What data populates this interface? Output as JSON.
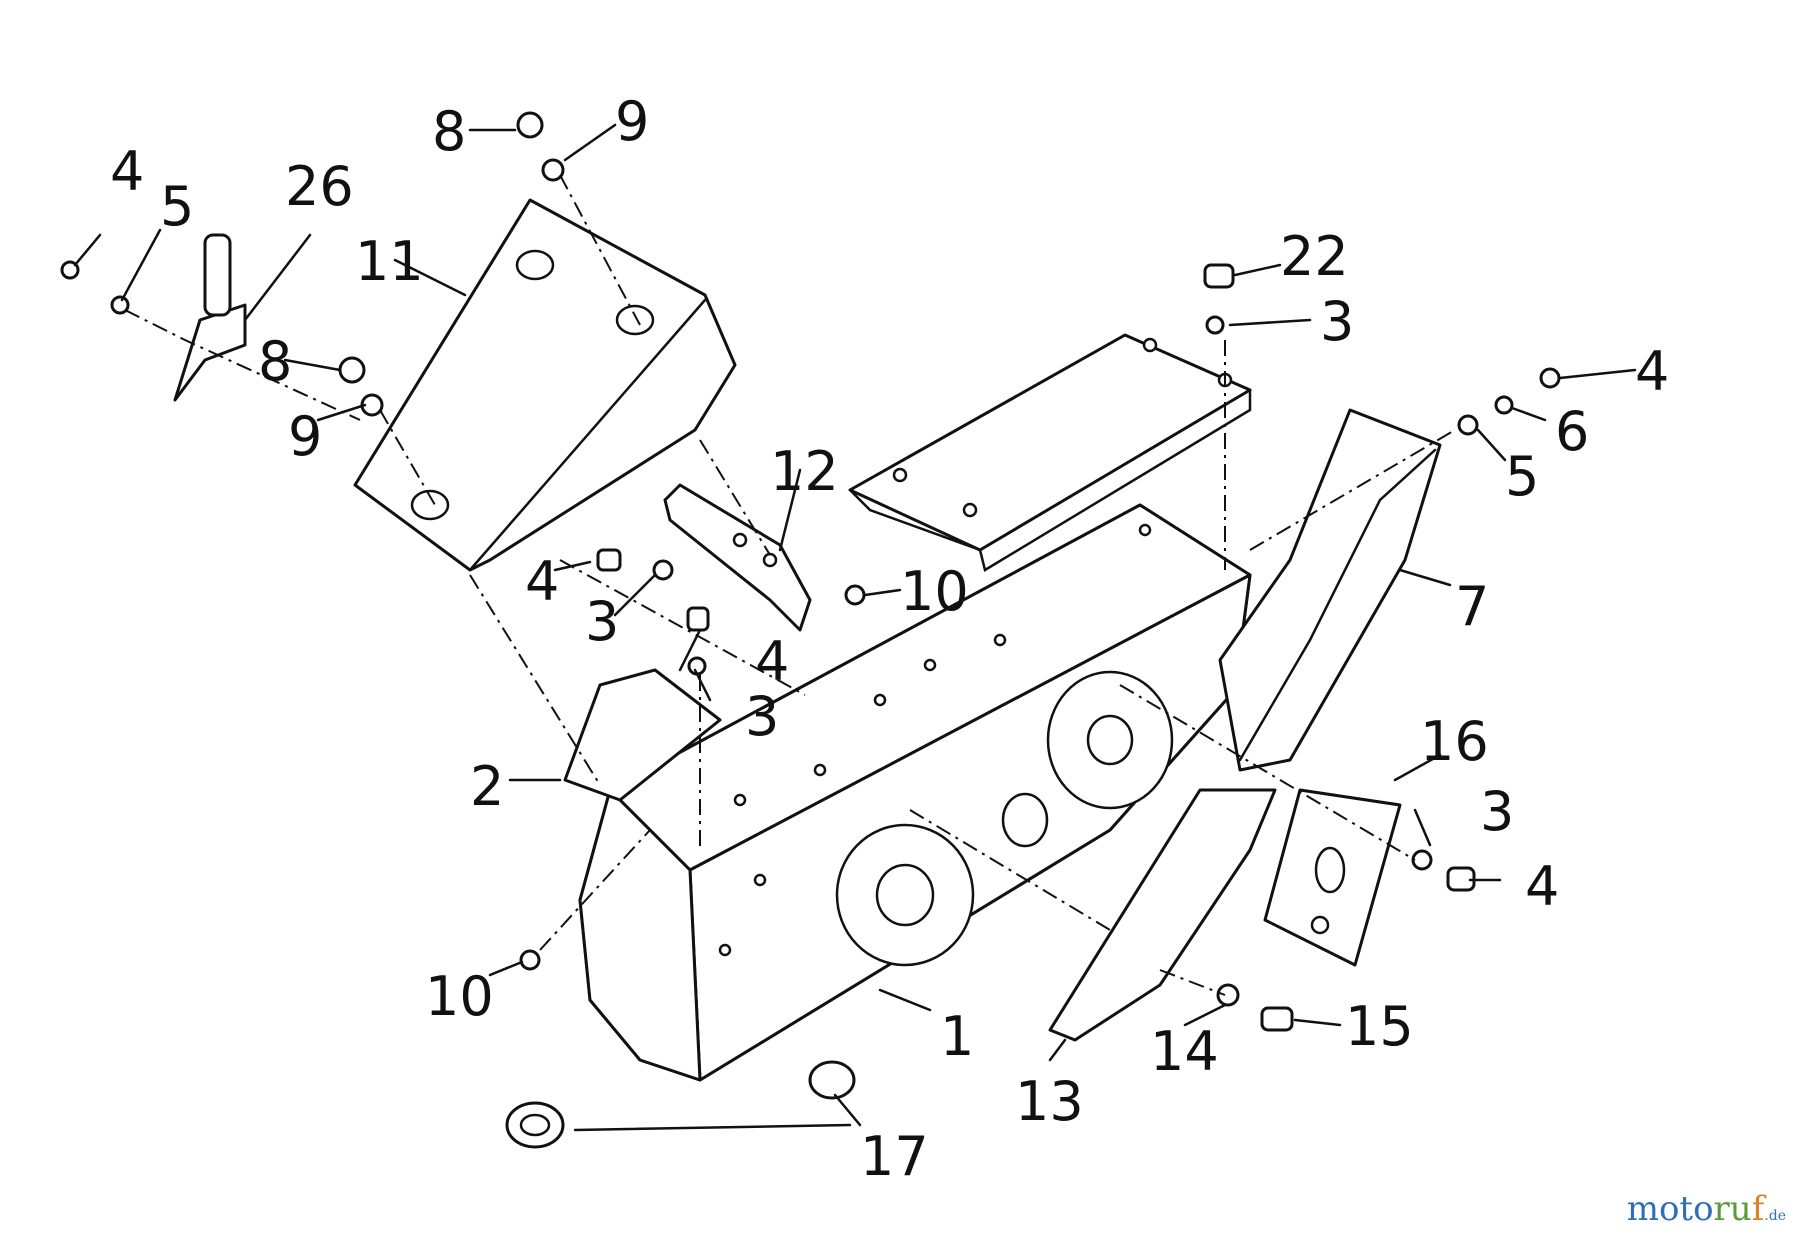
{
  "callouts": {
    "c1": "1",
    "c2": "2",
    "c3a": "3",
    "c3b": "3",
    "c3c": "3",
    "c3d": "3",
    "c4a": "4",
    "c4b": "4",
    "c4c": "4",
    "c4d": "4",
    "c4e": "4",
    "c5a": "5",
    "c5b": "5",
    "c6": "6",
    "c7": "7",
    "c8a": "8",
    "c8b": "8",
    "c9a": "9",
    "c9b": "9",
    "c10a": "10",
    "c10b": "10",
    "c11": "11",
    "c12": "12",
    "c13": "13",
    "c14": "14",
    "c15": "15",
    "c16": "16",
    "c17": "17",
    "c22": "22",
    "c26": "26"
  },
  "watermark": {
    "brand_a": "moto",
    "brand_b": "ru",
    "brand_c": "f",
    "brand_d": ".de"
  }
}
